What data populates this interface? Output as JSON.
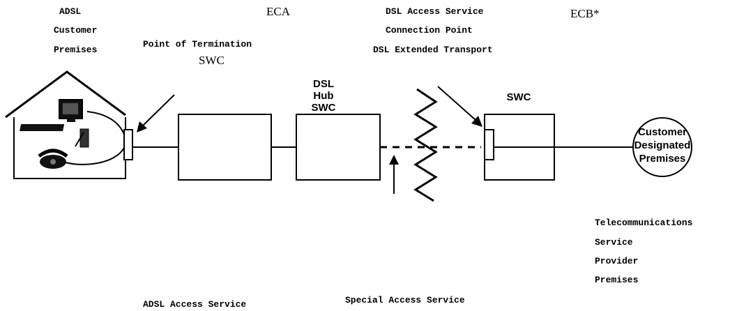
{
  "labels": {
    "adsl_premises": [
      "ADSL",
      "Customer",
      "Premises"
    ],
    "point_of_termination": "Point of Termination",
    "swc_top": "SWC",
    "eca": "ECA",
    "dsl_access": [
      "DSL Access Service",
      "Connection Point",
      "DSL Extended Transport"
    ],
    "ecb": "ECB*",
    "dsl_hub": [
      "DSL",
      "Hub",
      "SWC"
    ],
    "swc_right": "SWC",
    "customer_designated": [
      "Customer",
      "Designated",
      "Premises"
    ],
    "telecom": [
      "Telecommunications",
      "Service",
      "Provider",
      "Premises"
    ],
    "adsl_access_service": "ADSL Access Service",
    "special_access_service": "Special Access Service"
  }
}
